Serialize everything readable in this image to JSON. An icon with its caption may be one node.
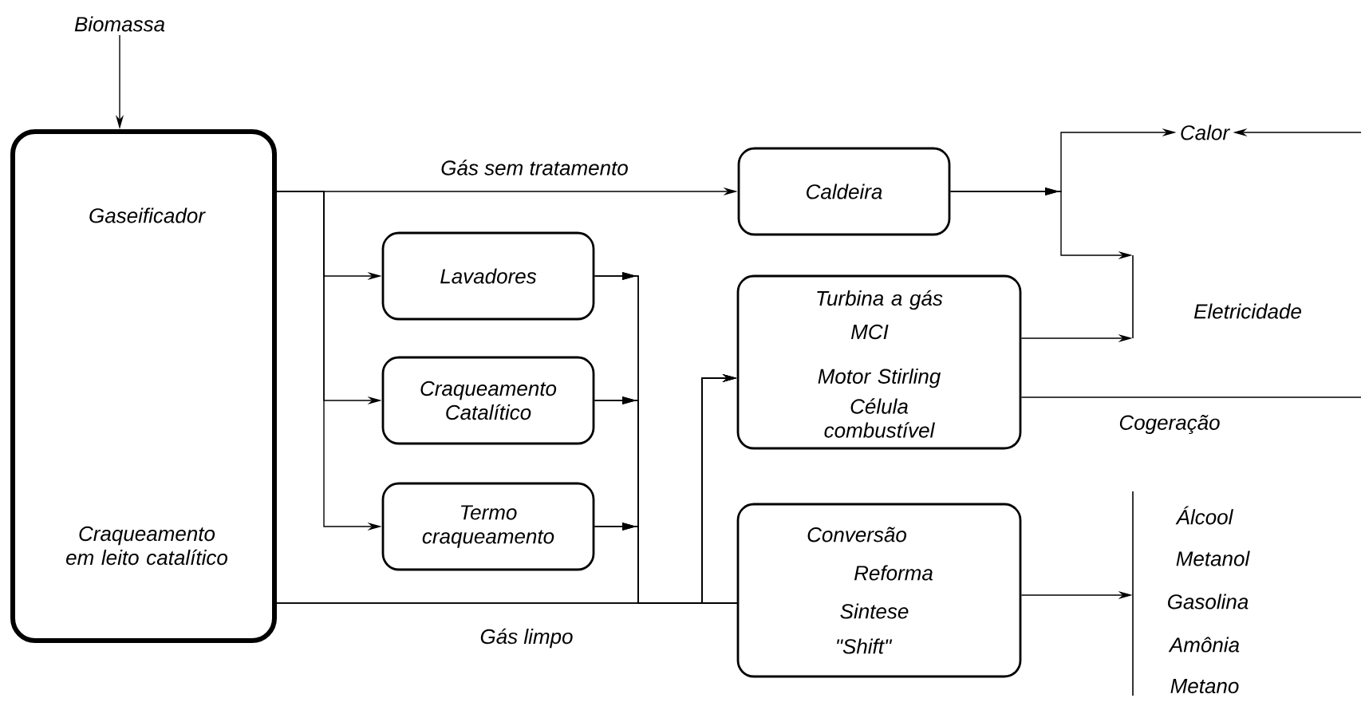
{
  "diagram": {
    "nodes": [
      {
        "text": [
          "Biomassa"
        ]
      },
      {
        "text": [
          "Gaseificador",
          "Craqueamento em leito catalítico"
        ]
      },
      {
        "text": [
          "Caldeira"
        ]
      },
      {
        "text": [
          "Lavadores"
        ]
      },
      {
        "text": [
          "Craqueamento Catalítico"
        ]
      },
      {
        "text": [
          "Termo craqueamento"
        ]
      },
      {
        "text": [
          "Turbina a gás",
          "MCI",
          "Motor Stirling",
          "Célula combustível"
        ]
      },
      {
        "text": [
          "Conversão",
          "Reforma",
          "Sintese",
          "\"Shift\""
        ]
      },
      {
        "text": [
          "Calor"
        ]
      },
      {
        "text": [
          "Eletricidade"
        ]
      },
      {
        "text": [
          "Álcool",
          "Metanol",
          "Gasolina",
          "Amônia",
          "Metano"
        ]
      }
    ],
    "edges": [
      {
        "from": 0,
        "to": 1,
        "arrow": "to"
      },
      {
        "from": 1,
        "to": 2,
        "arrow": "to",
        "label": "Gás sem tratamento"
      },
      {
        "from": 1,
        "to": 3,
        "arrow": "to"
      },
      {
        "from": 1,
        "to": 4,
        "arrow": "to"
      },
      {
        "from": 1,
        "to": 5,
        "arrow": "to"
      },
      {
        "from": 1,
        "to": 7,
        "arrow": "none",
        "label": "Gás limpo"
      },
      {
        "from": 1,
        "to": 6,
        "arrow": "to"
      },
      {
        "from": 3,
        "to": 6,
        "arrow": "to"
      },
      {
        "from": 4,
        "to": 6,
        "arrow": "to"
      },
      {
        "from": 5,
        "to": 6,
        "arrow": "to"
      },
      {
        "from": 3,
        "to": 7,
        "arrow": "to"
      },
      {
        "from": 4,
        "to": 7,
        "arrow": "to"
      },
      {
        "from": 5,
        "to": 7,
        "arrow": "to"
      },
      {
        "from": 2,
        "to": 8,
        "arrow": "to"
      },
      {
        "from": 2,
        "to": 9,
        "arrow": "to"
      },
      {
        "from": 6,
        "to": 9,
        "arrow": "to"
      },
      {
        "from": null,
        "to": 8,
        "arrow": "to"
      },
      {
        "from": 6,
        "to": null,
        "arrow": "none",
        "label": "Cogeração"
      },
      {
        "from": 7,
        "to": 10,
        "arrow": "to"
      }
    ]
  }
}
